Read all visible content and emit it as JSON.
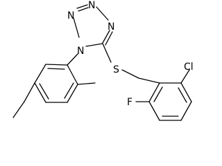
{
  "molecule": {
    "atom_labels": {
      "n1": "N",
      "n2": "N",
      "n3": "N",
      "n4": "N",
      "s": "S",
      "cl": "Cl",
      "f": "F"
    }
  }
}
